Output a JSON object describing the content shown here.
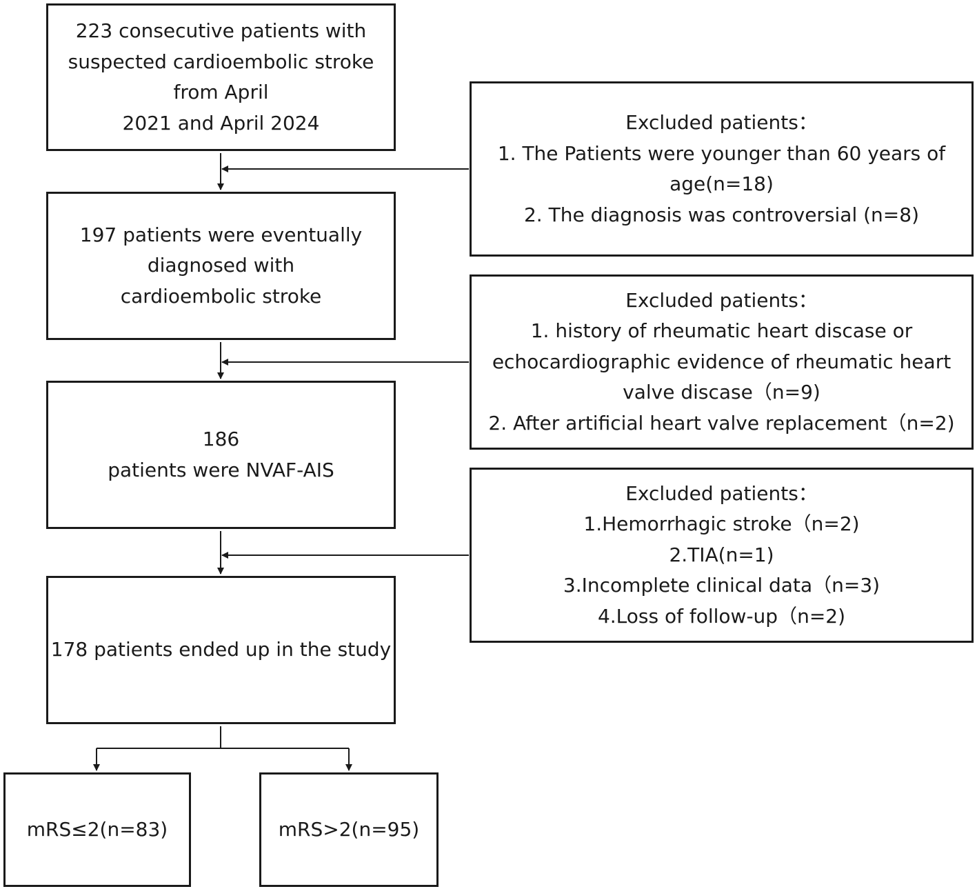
{
  "steps": [
    {
      "lines": [
        "223 consecutive patients with",
        "suspected cardioembolic stroke",
        "from April",
        "2021 and April 2024"
      ]
    },
    {
      "lines": [
        "197 patients were eventually",
        "diagnosed with",
        "cardioembolic stroke"
      ]
    },
    {
      "lines": [
        "186",
        "patients were NVAF-AIS"
      ]
    },
    {
      "lines": [
        "178 patients ended up in the study"
      ]
    }
  ],
  "exclusions": [
    {
      "lines": [
        "Excluded patients：",
        "1. The Patients were younger than 60 years of age(n=18)",
        "2. The diagnosis was controversial (n=8)"
      ]
    },
    {
      "lines": [
        "Excluded patients：",
        "1. history of rheumatic heart discase or",
        "echocardiographic evidence of rheumatic heart",
        "valve discase（n=9)",
        "2. After artificial heart valve replacement（n=2)"
      ]
    },
    {
      "lines": [
        "Excluded patients：",
        "1.Hemorrhagic stroke（n=2)",
        "2.TIA(n=1)",
        "3.Incomplete clinical data（n=3)",
        "4.Loss of follow-up（n=2)"
      ]
    }
  ],
  "outcomes": [
    {
      "label": "mRS≤2(n=83)"
    },
    {
      "label": "mRS>2(n=95)"
    }
  ],
  "colors": {
    "stroke": "#1a1a1a",
    "background": "#ffffff"
  }
}
